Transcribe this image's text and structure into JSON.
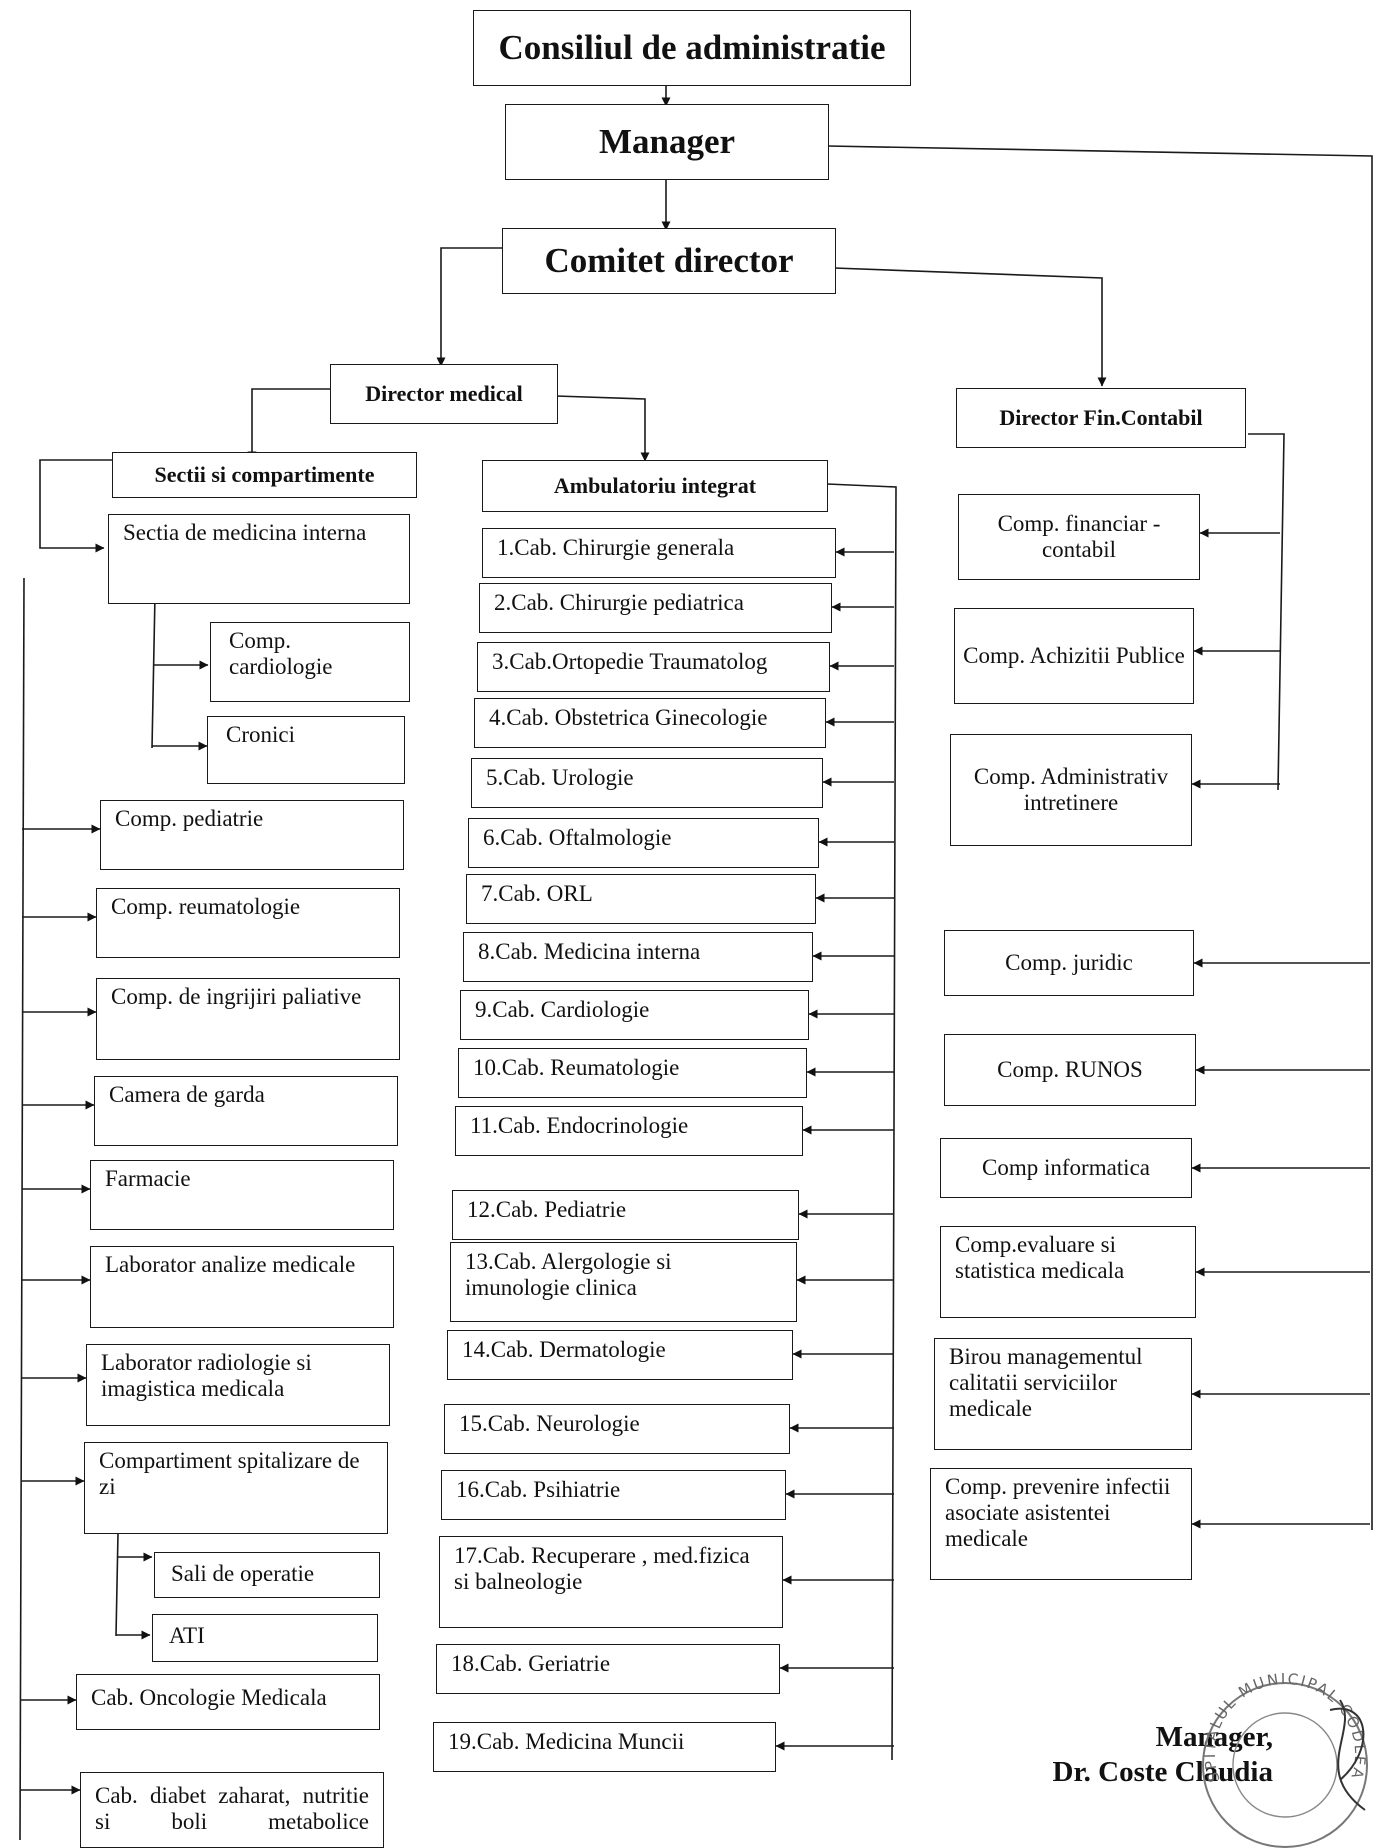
{
  "top": {
    "board": "Consiliul de administratie",
    "manager": "Manager",
    "committee": "Comitet director"
  },
  "directors": {
    "medical": "Director medical",
    "financial": "Director Fin.Contabil"
  },
  "sections": {
    "title": "Sectii si compartimente",
    "internal_medicine": "Sectia de medicina interna",
    "cardiology": "Comp. cardiologie",
    "chronic": "Cronici",
    "items": [
      "Comp. pediatrie",
      "Comp. reumatologie",
      "Comp. de ingrijiri paliative",
      "Camera de garda",
      "Farmacie",
      "Laborator analize medicale",
      "Laborator radiologie si imagistica medicala",
      "Compartiment spitalizare de zi"
    ],
    "operating_rooms": "Sali de operatie",
    "icu": "ATI",
    "oncology": "Cab. Oncologie Medicala",
    "diabetes": "Cab. diabet zaharat, nutritie si boli metabolice"
  },
  "ambulatory": {
    "title": "Ambulatoriu integrat",
    "items": [
      "1.Cab. Chirurgie generala",
      "2.Cab. Chirurgie pediatrica",
      "3.Cab.Ortopedie Traumatolog",
      "4.Cab. Obstetrica Ginecologie",
      "5.Cab. Urologie",
      "6.Cab. Oftalmologie",
      "7.Cab. ORL",
      "8.Cab. Medicina interna",
      "9.Cab. Cardiologie",
      "10.Cab. Reumatologie",
      "11.Cab. Endocrinologie",
      "12.Cab. Pediatrie",
      "13.Cab. Alergologie si imunologie clinica",
      "14.Cab. Dermatologie",
      "15.Cab. Neurologie",
      "16.Cab. Psihiatrie",
      "17.Cab. Recuperare , med.fizica si balneologie",
      "18.Cab. Geriatrie",
      "19.Cab. Medicina Muncii"
    ]
  },
  "finance": {
    "items": [
      "Comp. financiar -contabil",
      "Comp. Achizitii Publice",
      "Comp. Administrativ intretinere"
    ]
  },
  "manager_direct": {
    "items": [
      "Comp. juridic",
      "Comp. RUNOS",
      "Comp informatica",
      "Comp.evaluare si statistica medicala",
      "Birou managementul calitatii serviciilor medicale",
      "Comp. prevenire infectii asociate asistentei medicale"
    ]
  },
  "signature": {
    "role": "Manager,",
    "name": "Dr. Coste Claudia"
  },
  "stamp": {
    "text": "SPITALUL MUNICIPAL CODLEA"
  }
}
